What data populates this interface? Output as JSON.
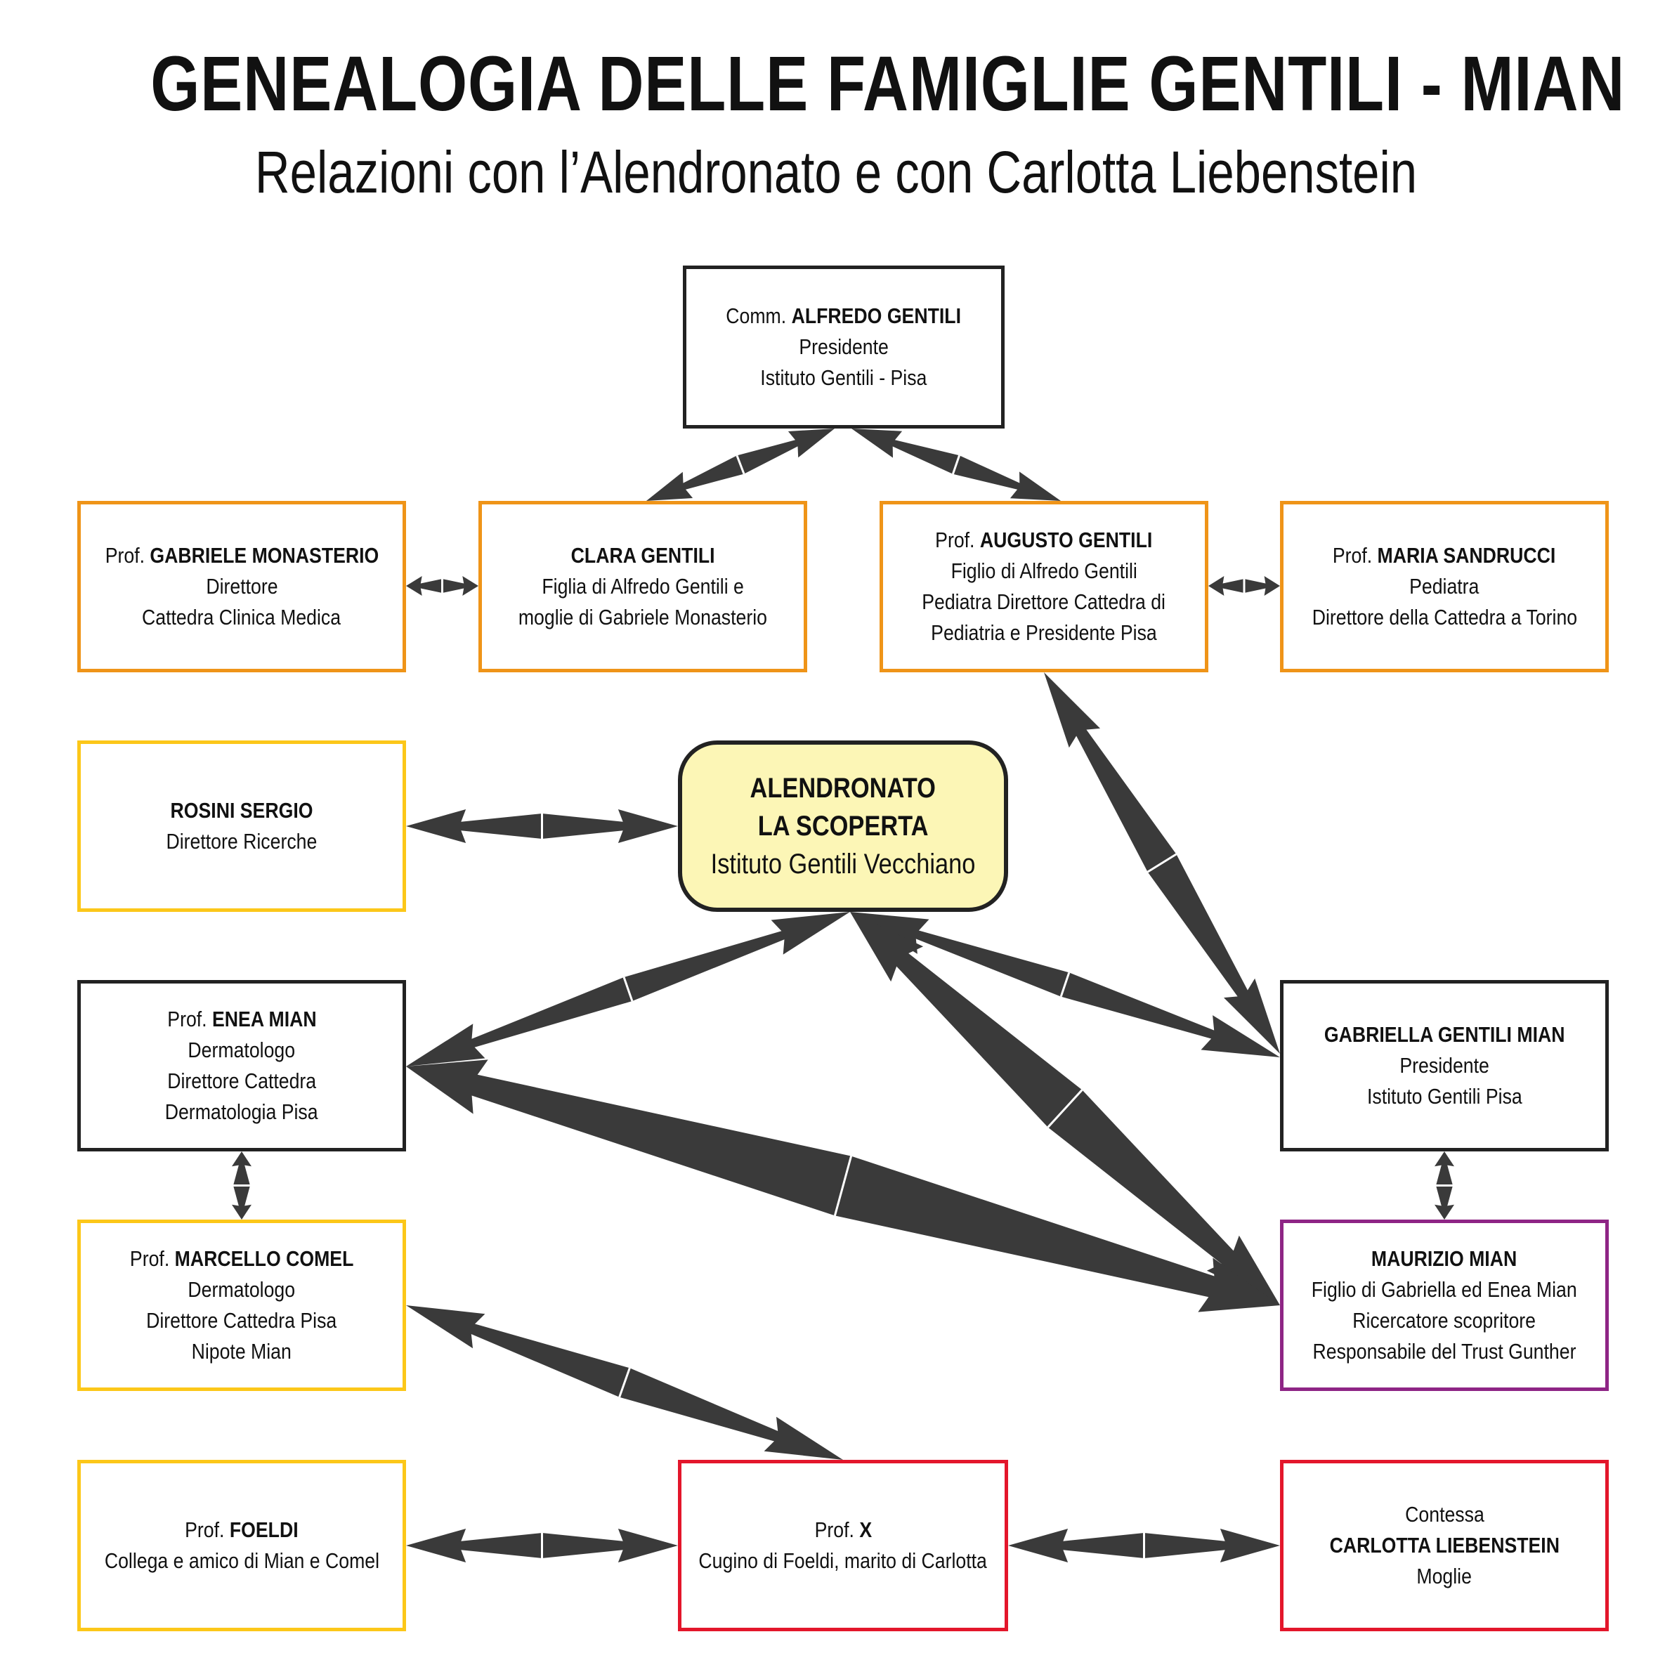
{
  "header": {
    "title": "GENEALOGIA DELLE FAMIGLIE GENTILI - MIAN",
    "subtitle": "Relazioni con l’Alendronato e con Carlotta Liebenstein"
  },
  "colors": {
    "black": "#222222",
    "orange": "#ef9418",
    "yellow": "#fcc719",
    "purple": "#8e2585",
    "red": "#e3162b",
    "center_fill": "#fcf6b6",
    "arrow": "#3a3a3a"
  },
  "nodes": {
    "alfredo": {
      "prefix": "Comm.",
      "name": "ALFREDO GENTILI",
      "lines": [
        "Presidente",
        "Istituto Gentili - Pisa"
      ]
    },
    "monasterio": {
      "prefix": "Prof.",
      "name": "GABRIELE MONASTERIO",
      "lines": [
        "Direttore",
        "Cattedra Clinica Medica"
      ]
    },
    "clara": {
      "prefix": "",
      "name": "CLARA GENTILI",
      "lines": [
        "Figlia di Alfredo Gentili e",
        "moglie di Gabriele Monasterio"
      ]
    },
    "augusto": {
      "prefix": "Prof.",
      "name": "AUGUSTO GENTILI",
      "lines": [
        "Figlio di Alfredo Gentili",
        "Pediatra Direttore Cattedra di",
        "Pediatria e Presidente Pisa"
      ]
    },
    "sandrucci": {
      "prefix": "Prof.",
      "name": "MARIA SANDRUCCI",
      "lines": [
        "Pediatra",
        "Direttore della Cattedra a Torino"
      ]
    },
    "rosini": {
      "prefix": "",
      "name": "ROSINI SERGIO",
      "lines": [
        "Direttore Ricerche"
      ]
    },
    "alendronato": {
      "line1": "ALENDRONATO",
      "line2": "LA SCOPERTA",
      "line3": "Istituto Gentili Vecchiano"
    },
    "enea": {
      "prefix": "Prof.",
      "name": "ENEA MIAN",
      "lines": [
        "Dermatologo",
        "Direttore Cattedra",
        "Dermatologia Pisa"
      ]
    },
    "gabriella": {
      "prefix": "",
      "name": "GABRIELLA GENTILI MIAN",
      "lines": [
        "Presidente",
        "Istituto Gentili Pisa"
      ]
    },
    "comel": {
      "prefix": "Prof.",
      "name": "MARCELLO COMEL",
      "lines": [
        "Dermatologo",
        "Direttore Cattedra Pisa",
        "Nipote Mian"
      ]
    },
    "maurizio": {
      "prefix": "",
      "name": "MAURIZIO MIAN",
      "lines": [
        "Figlio di Gabriella ed Enea Mian",
        "Ricercatore scopritore",
        "Responsabile del Trust Gunther"
      ]
    },
    "foeldi": {
      "prefix": "Prof.",
      "name": "FOELDI",
      "lines": [
        "Collega e amico di Mian e Comel"
      ]
    },
    "profx": {
      "prefix": "Prof.",
      "name": "X",
      "lines": [
        "Cugino di Foeldi, marito di Carlotta"
      ]
    },
    "carlotta": {
      "prefix": "Contessa",
      "name": "CARLOTTA LIEBENSTEIN",
      "lines": [
        "Moglie"
      ]
    }
  }
}
